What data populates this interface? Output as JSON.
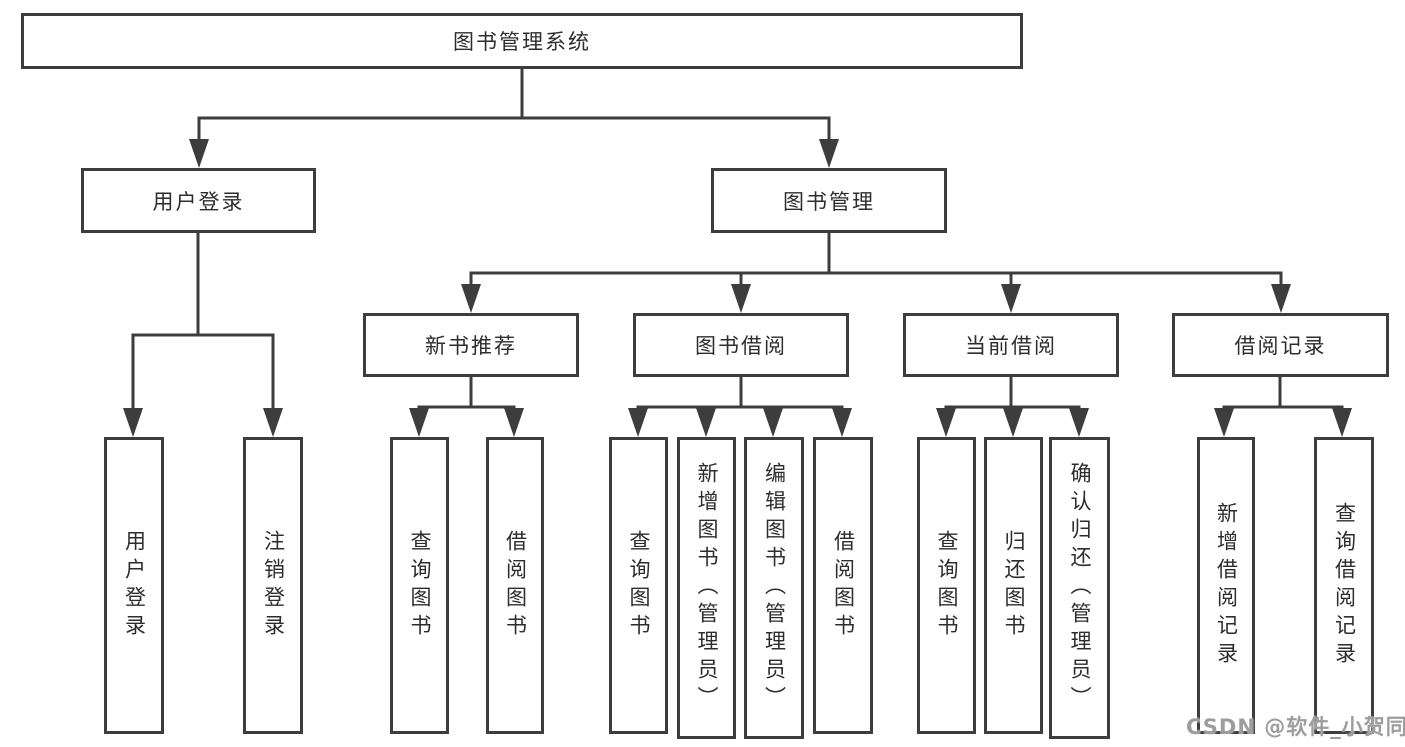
{
  "diagram": {
    "type": "hierarchy-tree",
    "colors": {
      "line": "#3d3d3d",
      "box_border": "#3d3d3d",
      "box_fill": "#ffffff",
      "text": "#2d2d2d",
      "watermark": "#9d9d9d",
      "background": "#ffffff"
    }
  },
  "tree": {
    "label": "图书管理系统",
    "children": [
      {
        "label": "用户登录",
        "children": [
          {
            "label": "用户登录"
          },
          {
            "label": "注销登录"
          }
        ]
      },
      {
        "label": "图书管理",
        "children": [
          {
            "label": "新书推荐",
            "children": [
              {
                "label": "查询图书"
              },
              {
                "label": "借阅图书"
              }
            ]
          },
          {
            "label": "图书借阅",
            "children": [
              {
                "label": "查询图书"
              },
              {
                "label": "新增图书（管理员）"
              },
              {
                "label": "编辑图书（管理员）"
              },
              {
                "label": "借阅图书"
              }
            ]
          },
          {
            "label": "当前借阅",
            "children": [
              {
                "label": "查询图书"
              },
              {
                "label": "归还图书"
              },
              {
                "label": "确认归还（管理员）"
              }
            ]
          },
          {
            "label": "借阅记录",
            "children": [
              {
                "label": "新增借阅记录"
              },
              {
                "label": "查询借阅记录"
              }
            ]
          }
        ]
      }
    ]
  },
  "watermark": {
    "text": "CSDN @软件_小贺同学"
  }
}
